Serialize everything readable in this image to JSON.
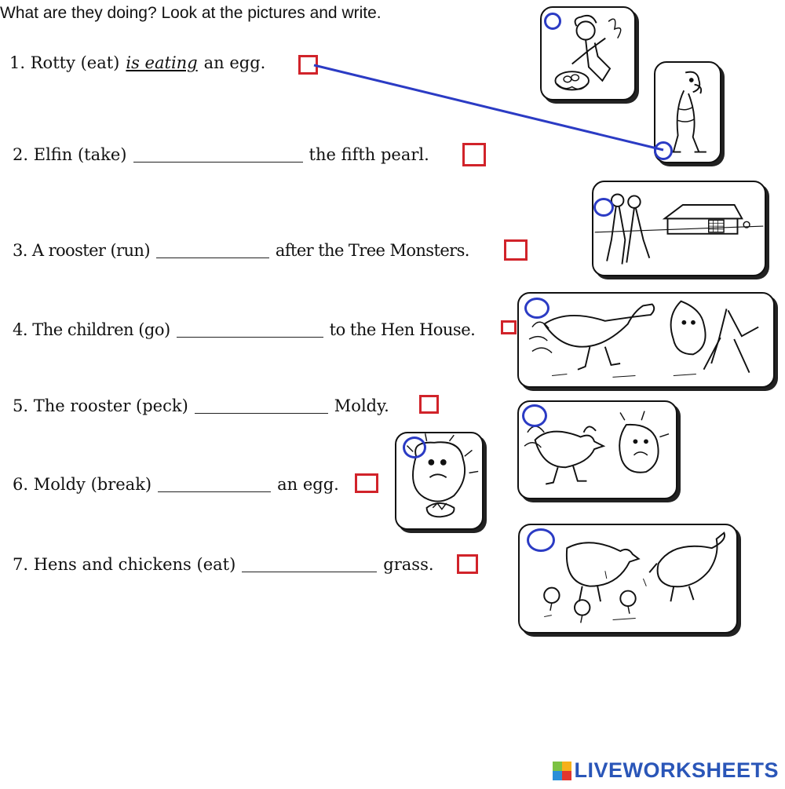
{
  "instruction": "What are they doing? Look at the pictures and write.",
  "sentences": [
    {
      "number": "1.",
      "before": "Rotty (eat)",
      "answer": "is eating",
      "after": "an egg."
    },
    {
      "number": "2.",
      "before": "Elfin (take)",
      "after": "the fifth pearl."
    },
    {
      "number": "3.",
      "before": "A rooster (run)",
      "after": "after the Tree Monsters."
    },
    {
      "number": "4.",
      "before": "The children (go)",
      "after": "to the Hen House."
    },
    {
      "number": "5.",
      "before": "The rooster (peck)",
      "after": "Moldy."
    },
    {
      "number": "6.",
      "before": "Moldy (break)",
      "after": "an egg."
    },
    {
      "number": "7.",
      "before": "Hens and chickens (eat)",
      "after": "grass."
    }
  ],
  "pictures": [
    {
      "icon": "girl-with-eggs-nest-icon"
    },
    {
      "icon": "elfin-monster-icon"
    },
    {
      "icon": "children-walking-to-hen-house-icon"
    },
    {
      "icon": "rooster-chasing-tree-monsters-icon"
    },
    {
      "icon": "moldy-breaking-egg-icon"
    },
    {
      "icon": "rooster-pecking-moldy-icon"
    },
    {
      "icon": "hens-and-chickens-icon"
    }
  ],
  "brand": {
    "logo_text": "LIVEWORKSHEETS",
    "accent": "#2a56b8"
  },
  "colors": {
    "answer_box": "#d1232a",
    "match_dot": "#2b3bc4",
    "match_line": "#2b3bc4"
  }
}
